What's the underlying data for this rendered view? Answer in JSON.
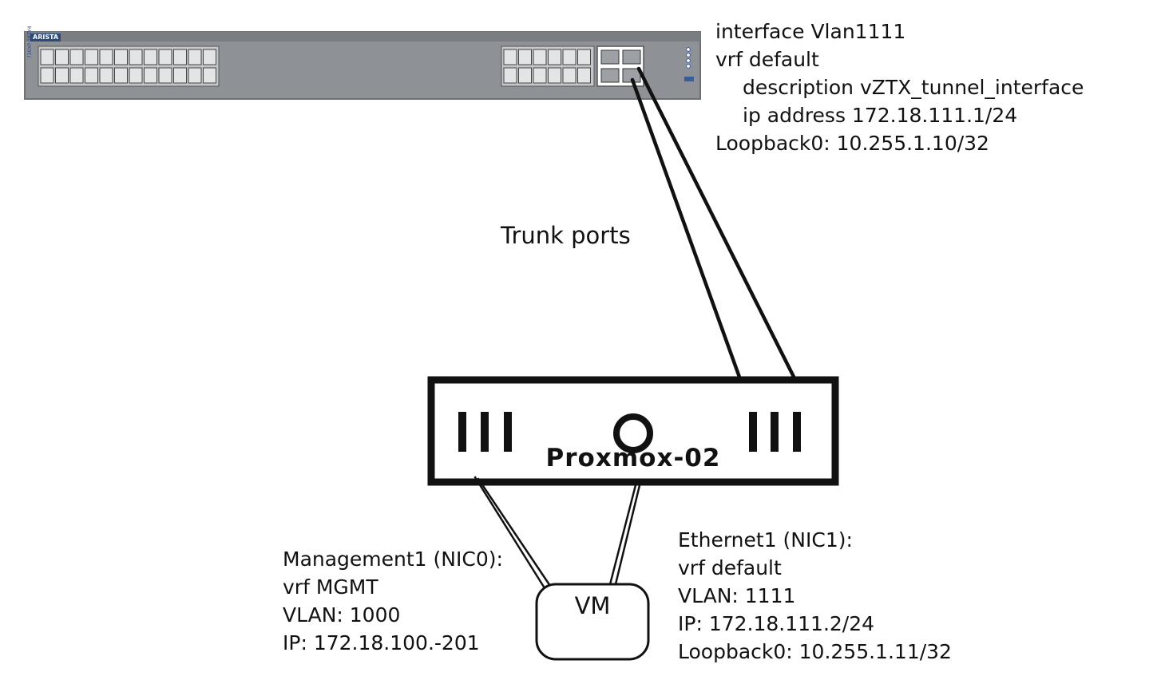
{
  "switch": {
    "brand": "ARISTA",
    "model": "720XP-24ZY4",
    "config": {
      "line1": "interface Vlan1111",
      "line2": "vrf default",
      "line3": "description vZTX_tunnel_interface",
      "line4": "ip address 172.18.111.1/24",
      "line5": "Loopback0: 10.255.1.10/32"
    }
  },
  "trunk_label": "Trunk ports",
  "host": {
    "name": "Proxmox-02"
  },
  "vm": {
    "label": "VM"
  },
  "nic0": {
    "line1": "Management1 (NIC0):",
    "line2": "vrf MGMT",
    "line3": "VLAN: 1000",
    "line4": "IP: 172.18.100.-201"
  },
  "nic1": {
    "line1": "Ethernet1 (NIC1):",
    "line2": "vrf default",
    "line3": "VLAN: 1111",
    "line4": "IP: 172.18.111.2/24",
    "line5": "Loopback0: 10.255.1.11/32"
  },
  "colors": {
    "ink": "#111111",
    "switch_body": "#8e9196",
    "switch_frame": "#6d7075",
    "port": "#d9dadc",
    "brand": "#2c4a7a"
  }
}
